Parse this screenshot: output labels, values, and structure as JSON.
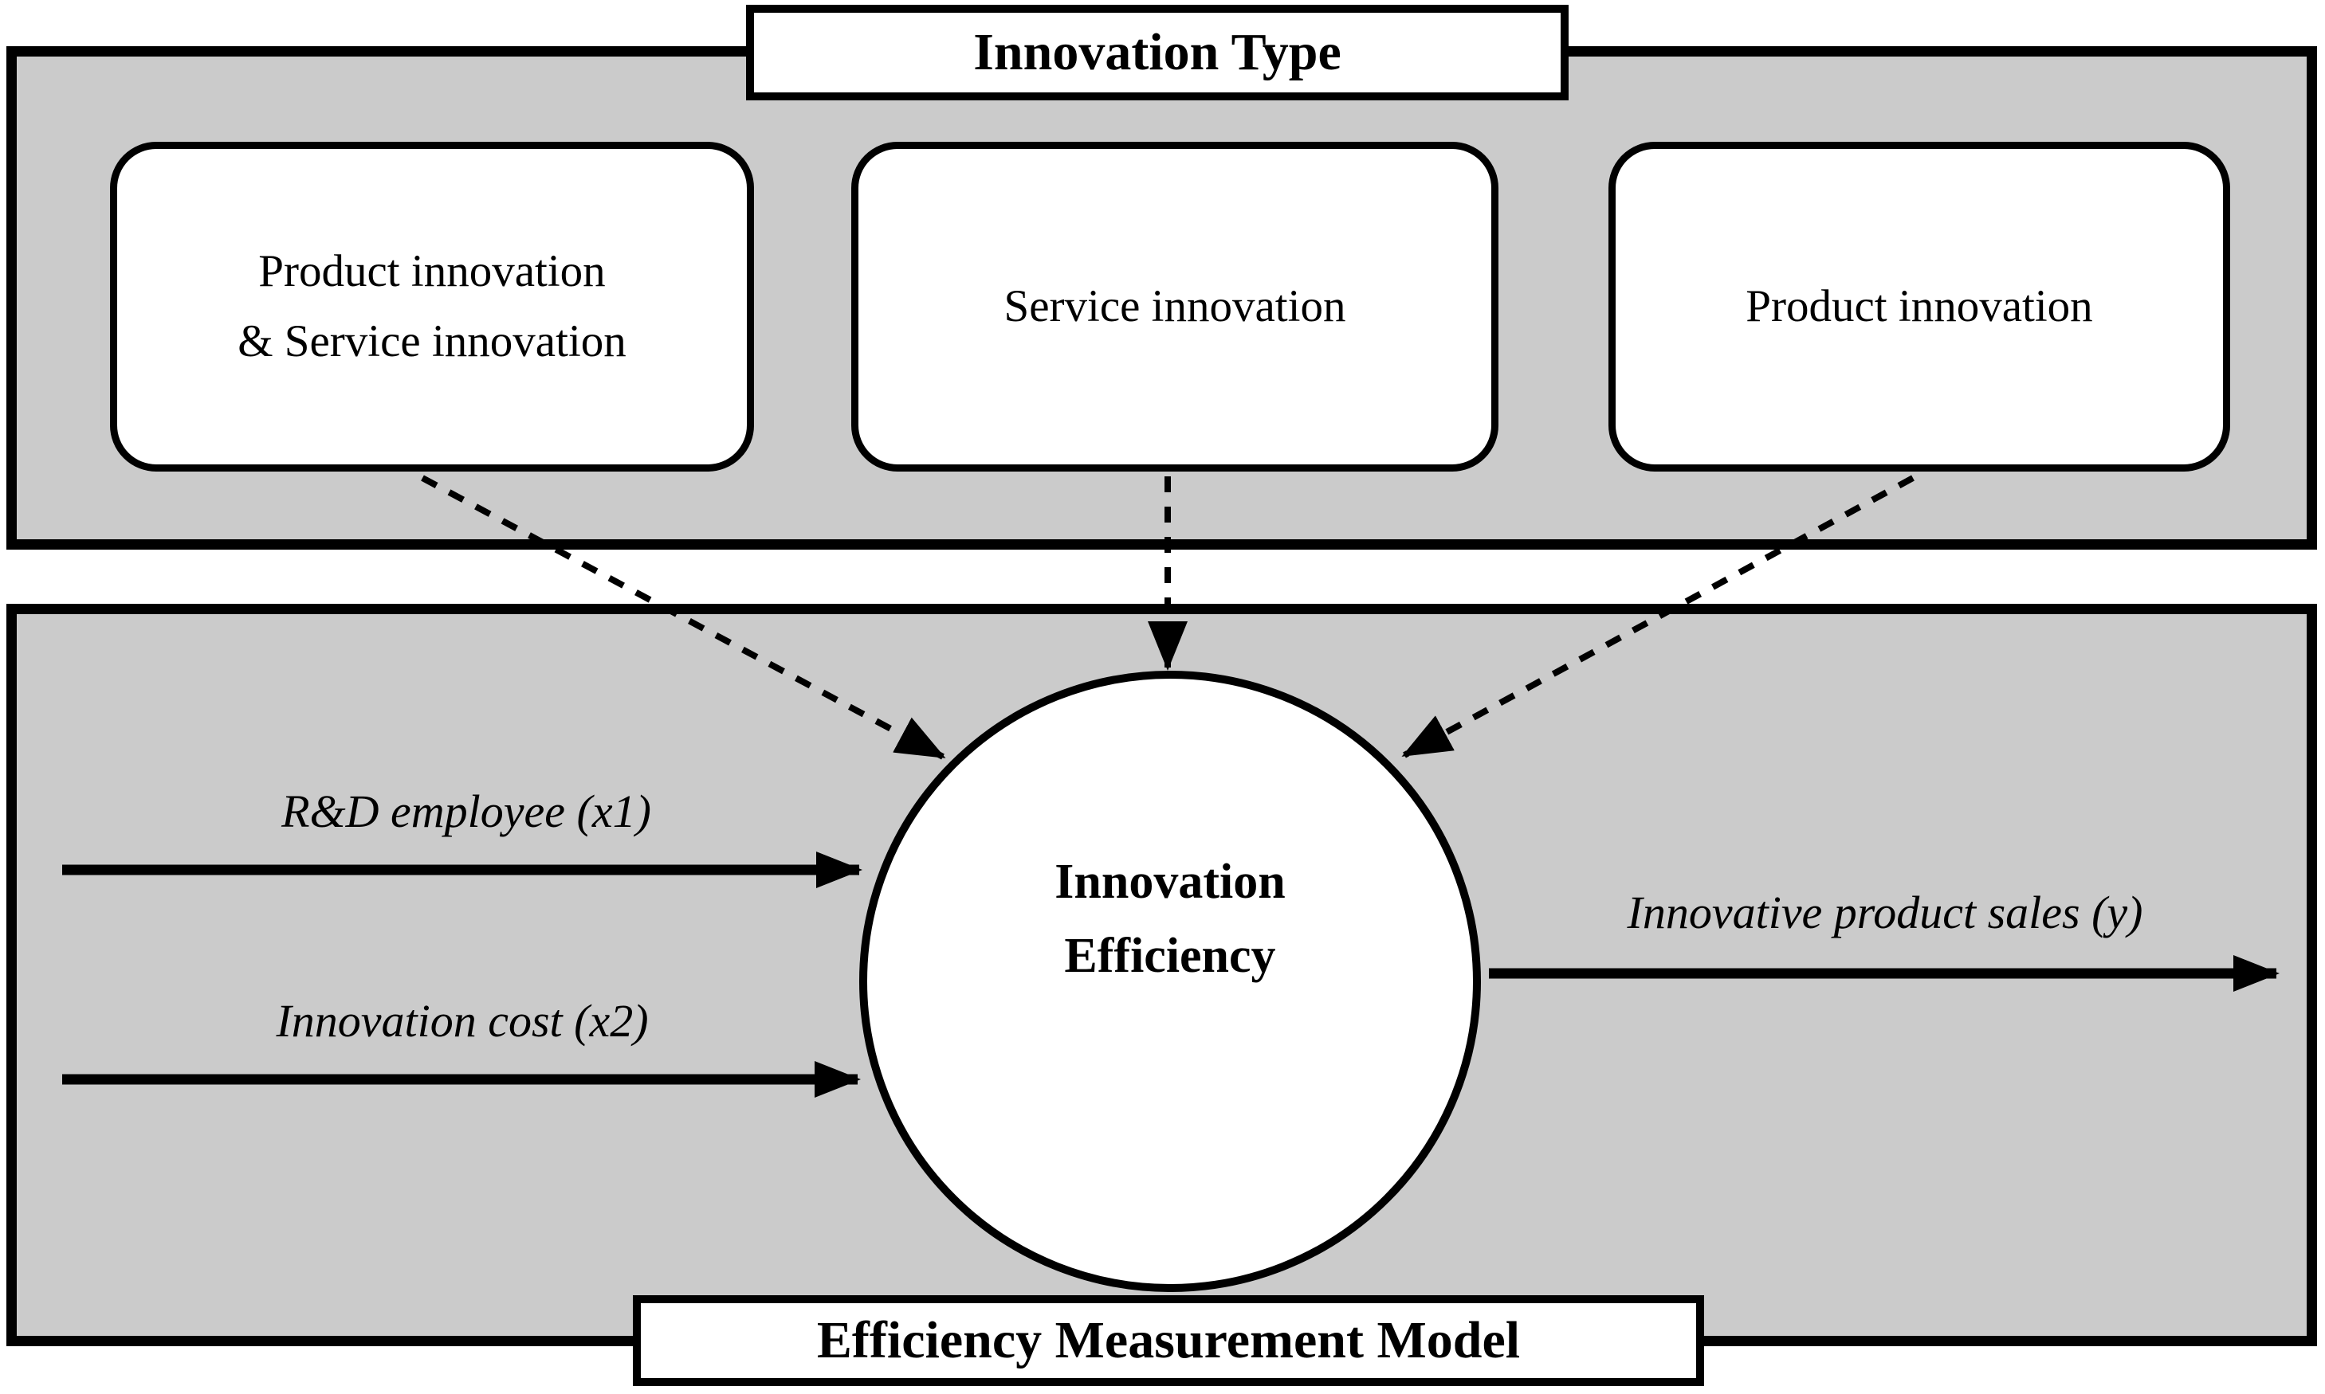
{
  "figure": {
    "top_section": {
      "title": "Innovation Type",
      "boxes": [
        {
          "lines": [
            "Product innovation",
            "& Service innovation"
          ]
        },
        {
          "lines": [
            "Service innovation",
            ""
          ]
        },
        {
          "lines": [
            "Product innovation",
            ""
          ]
        }
      ]
    },
    "bottom_section": {
      "title": "Efficiency Measurement Model",
      "circle": {
        "lines": [
          "Innovation",
          "Efficiency"
        ]
      },
      "input_arrows": [
        {
          "label": "R&D employee (x1)"
        },
        {
          "label": "Innovation cost (x2)"
        }
      ],
      "output_arrow": {
        "label": "Innovative product sales (y)"
      }
    },
    "colors": {
      "panel_bg": "#cbcbcb",
      "shape_bg": "#ffffff",
      "line": "#000000"
    }
  }
}
